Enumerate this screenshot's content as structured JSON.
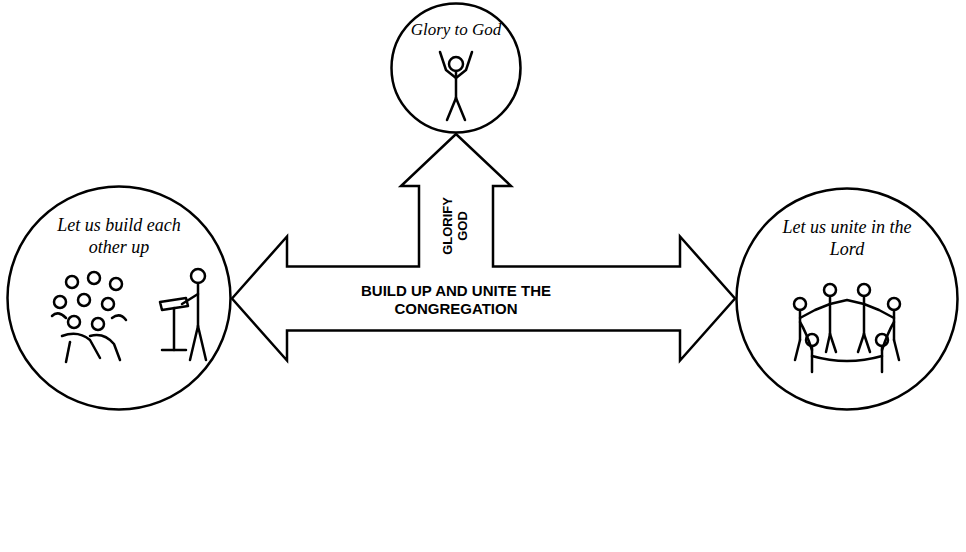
{
  "diagram": {
    "nodes": [
      {
        "text": [
          "Glory to God"
        ]
      },
      {
        "text": [
          "Let us build each other up"
        ]
      },
      {
        "text": [
          "Let us unite in the Lord"
        ]
      }
    ],
    "edges": [
      {
        "from": 1,
        "to": 2,
        "arrow": "both",
        "label": "BUILD UP AND UNITE THE CONGREGATION"
      }
    ],
    "labels": [
      "GLORIFY GOD"
    ]
  }
}
